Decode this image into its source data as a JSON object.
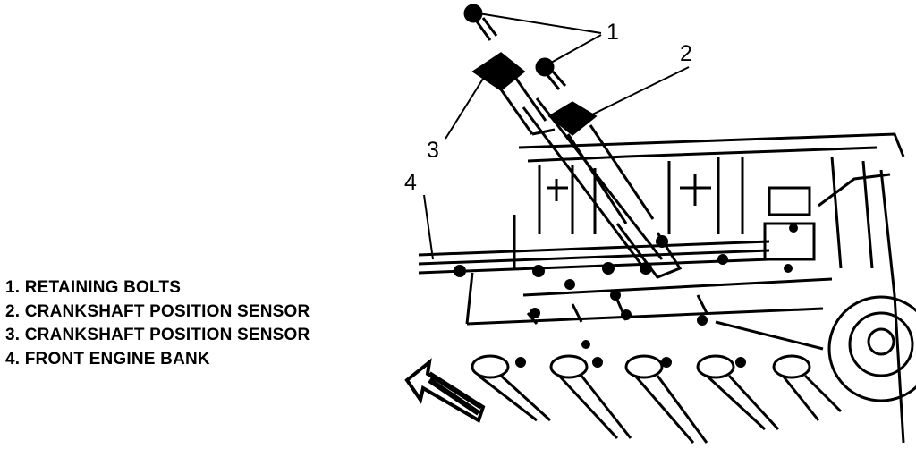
{
  "legend": [
    "1. RETAINING BOLTS",
    "2. CRANKSHAFT POSITION SENSOR",
    "3. CRANKSHAFT POSITION SENSOR",
    "4. FRONT ENGINE BANK"
  ],
  "callouts": [
    "1",
    "2",
    "3",
    "4"
  ]
}
